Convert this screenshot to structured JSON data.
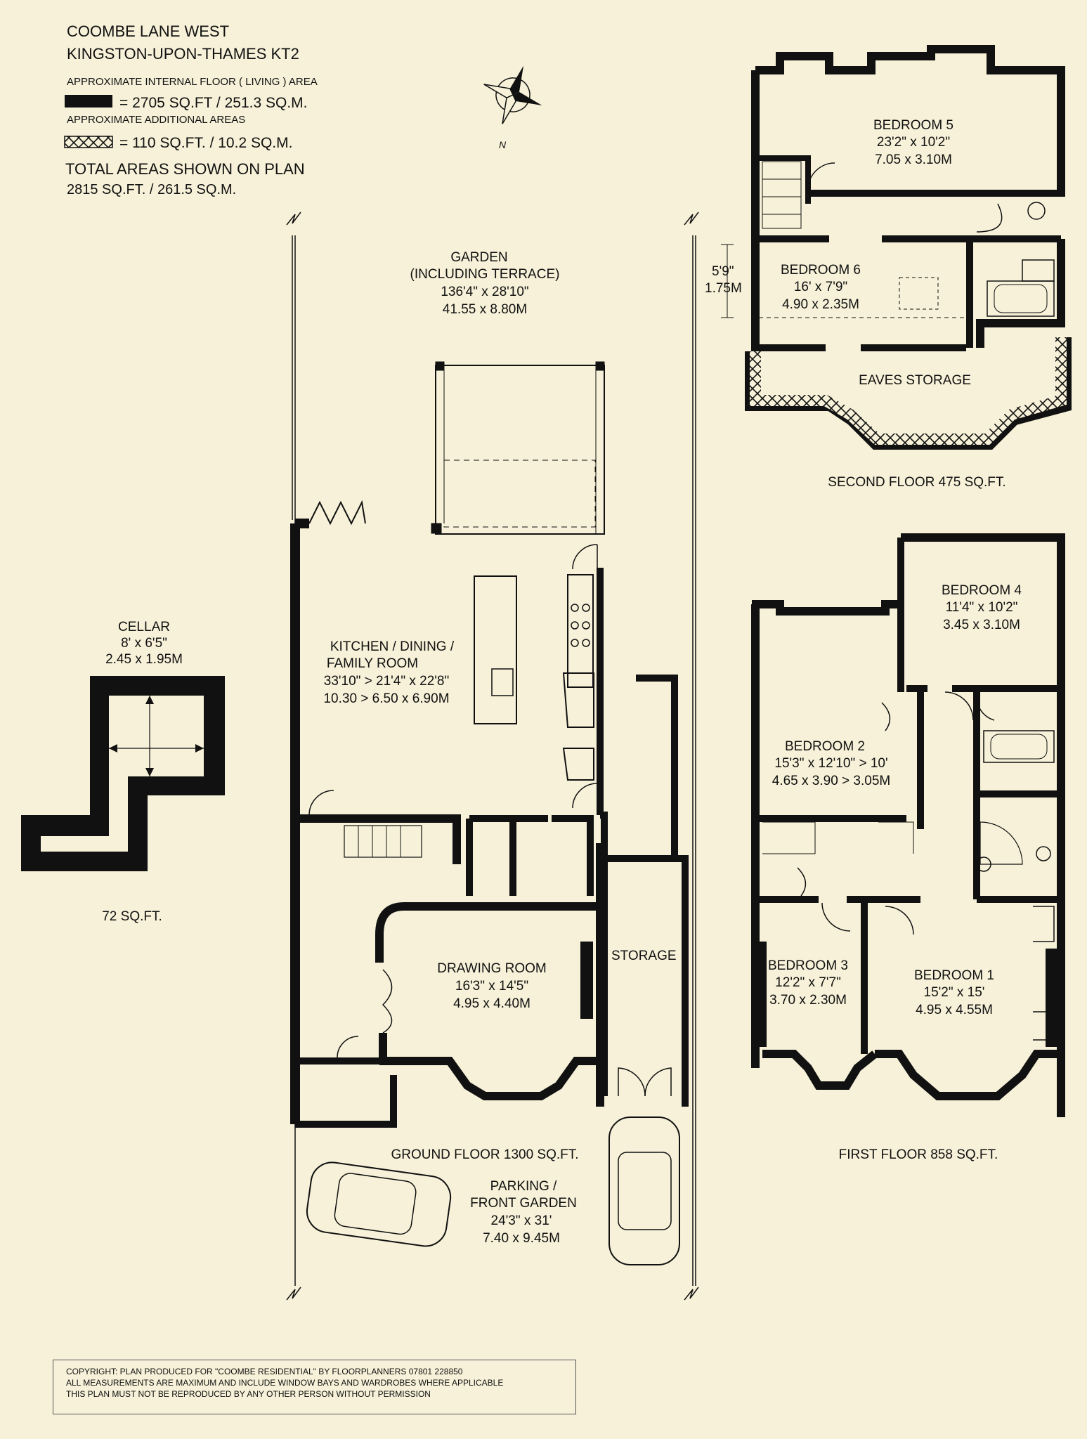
{
  "header": {
    "address_line1": "COOMBE LANE WEST",
    "address_line2": "KINGSTON-UPON-THAMES KT2",
    "internal_area_label": "APPROXIMATE INTERNAL FLOOR ( LIVING ) AREA",
    "internal_area_value": "= 2705 SQ.FT / 251.3 SQ.M.",
    "additional_area_label": "APPROXIMATE ADDITIONAL AREAS",
    "additional_area_value": "= 110 SQ.FT. / 10.2 SQ.M.",
    "total_label": "TOTAL AREAS SHOWN ON PLAN",
    "total_value": "2815 SQ.FT. / 261.5 SQ.M."
  },
  "compass": {
    "north_label": "N"
  },
  "cellar": {
    "name": "CELLAR",
    "imperial": "8' x 6'5\"",
    "metric": "2.45 x 1.95M",
    "area": "72 SQ.FT."
  },
  "ground_floor": {
    "title": "GROUND FLOOR 1300 SQ.FT.",
    "garden": {
      "line1": "GARDEN",
      "line2": "(INCLUDING TERRACE)",
      "imperial": "136'4\" x 28'10\"",
      "metric": "41.55 x 8.80M"
    },
    "kitchen": {
      "line1": "KITCHEN / DINING /",
      "line2": "FAMILY ROOM",
      "imperial": "33'10\" > 21'4\" x 22'8\"",
      "metric": "10.30 > 6.50 x 6.90M"
    },
    "drawing_room": {
      "name": "DRAWING ROOM",
      "imperial": "16'3\" x 14'5\"",
      "metric": "4.95 x 4.40M"
    },
    "storage": {
      "name": "STORAGE"
    },
    "parking": {
      "line1": "PARKING /",
      "line2": "FRONT GARDEN",
      "imperial": "24'3\" x 31'",
      "metric": "7.40 x 9.45M"
    }
  },
  "first_floor": {
    "title": "FIRST FLOOR 858 SQ.FT.",
    "bedroom1": {
      "name": "BEDROOM 1",
      "imperial": "15'2\" x 15'",
      "metric": "4.95 x 4.55M"
    },
    "bedroom2": {
      "name": "BEDROOM 2",
      "imperial": "15'3\" x 12'10\" > 10'",
      "metric": "4.65 x 3.90 > 3.05M"
    },
    "bedroom3": {
      "name": "BEDROOM 3",
      "imperial": "12'2\" x 7'7\"",
      "metric": "3.70 x 2.30M"
    },
    "bedroom4": {
      "name": "BEDROOM 4",
      "imperial": "11'4\" x 10'2\"",
      "metric": "3.45 x 3.10M"
    }
  },
  "second_floor": {
    "title": "SECOND FLOOR 475 SQ.FT.",
    "bedroom5": {
      "name": "BEDROOM 5",
      "imperial": "23'2\" x 10'2\"",
      "metric": "7.05 x 3.10M"
    },
    "bedroom6": {
      "name": "BEDROOM 6",
      "imperial": "16' x 7'9\"",
      "metric": "4.90 x 2.35M"
    },
    "height_imperial": "5'9\"",
    "height_metric": "1.75M",
    "eaves": {
      "name": "EAVES STORAGE"
    }
  },
  "copyright": {
    "line1": "COPYRIGHT: PLAN PRODUCED FOR \"COOMBE RESIDENTIAL\" BY FLOORPLANNERS 07801 228850",
    "line2": "ALL MEASUREMENTS ARE MAXIMUM AND INCLUDE WINDOW BAYS AND WARDROBES WHERE APPLICABLE",
    "line3": "THIS PLAN MUST NOT BE REPRODUCED BY ANY OTHER PERSON WITHOUT PERMISSION"
  }
}
